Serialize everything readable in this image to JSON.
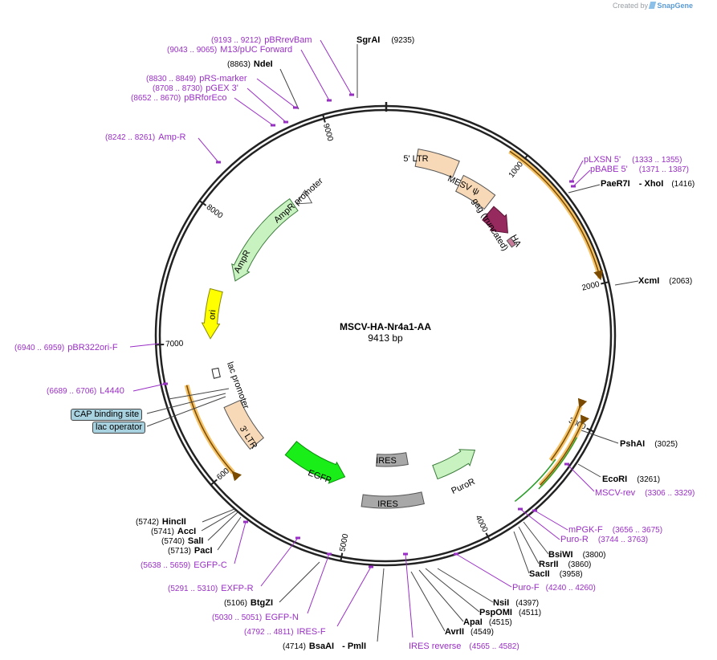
{
  "credit": {
    "prefix": "Created by",
    "brand": "SnapGene"
  },
  "plasmid": {
    "name": "MSCV-HA-Nr4a1-AA",
    "length_label": "9413 bp",
    "length": 9413
  },
  "ticks": [
    "1000",
    "2000",
    "3000",
    "4000",
    "5000",
    "6000",
    "7000",
    "8000",
    "9000"
  ],
  "features": [
    {
      "id": "ltr5",
      "label": "5' LTR",
      "color": "#f8d9b7"
    },
    {
      "id": "psi",
      "label": "MESV ψ",
      "color": "#f8d9b7"
    },
    {
      "id": "gag",
      "label": "gag (truncated)",
      "color": "#96295e"
    },
    {
      "id": "ha",
      "label": "HA",
      "color": "#c77d9a"
    },
    {
      "id": "ampr",
      "label": "AmpR",
      "color": "#c8f2c0"
    },
    {
      "id": "ampr_prom",
      "label": "AmpR promoter",
      "color": "#ffffff"
    },
    {
      "id": "ori",
      "label": "ori",
      "color": "#ffff00"
    },
    {
      "id": "lac_prom",
      "label": "lac promoter",
      "color": "#ffffff"
    },
    {
      "id": "ltr3",
      "label": "3' LTR",
      "color": "#f8d9b7"
    },
    {
      "id": "egfp",
      "label": "EGFP",
      "color": "#19ee19"
    },
    {
      "id": "ires_in",
      "label": "IRES",
      "color": "#a8a8a8"
    },
    {
      "id": "ires_out",
      "label": "IRES",
      "color": "#a8a8a8"
    },
    {
      "id": "puror",
      "label": "PuroR",
      "color": "#c8f2c0"
    }
  ],
  "enzymes": [
    {
      "name": "SgrAI",
      "pos": "(9235)"
    },
    {
      "name": "NdeI",
      "pos": "(8863)"
    },
    {
      "name": "PaeR7I",
      "name2": "- XhoI",
      "pos": "(1416)"
    },
    {
      "name": "XcmI",
      "pos": "(2063)"
    },
    {
      "name": "PshAI",
      "pos": "(3025)"
    },
    {
      "name": "EcoRI",
      "pos": "(3261)"
    },
    {
      "name": "BsiWI",
      "pos": "(3800)"
    },
    {
      "name": "RsrII",
      "pos": "(3860)"
    },
    {
      "name": "SacII",
      "pos": "(3958)"
    },
    {
      "name": "NsiI",
      "pos": "(4397)"
    },
    {
      "name": "PspOMI",
      "pos": "(4511)"
    },
    {
      "name": "ApaI",
      "pos": "(4515)"
    },
    {
      "name": "AvrII",
      "pos": "(4549)"
    },
    {
      "name": "BsaAI",
      "name2": "- PmlI",
      "pos": "(4714)"
    },
    {
      "name": "BtgZI",
      "pos": "(5106)"
    },
    {
      "name": "HincII",
      "pos": "(5742)"
    },
    {
      "name": "AccI",
      "pos": "(5741)"
    },
    {
      "name": "SalI",
      "pos": "(5740)"
    },
    {
      "name": "PacI",
      "pos": "(5713)"
    }
  ],
  "primers": [
    {
      "range": "(9193 .. 9212)",
      "name": "pBRrevBam"
    },
    {
      "range": "(9043 .. 9065)",
      "name": "M13/pUC Forward"
    },
    {
      "range": "(8830 .. 8849)",
      "name": "pRS-marker"
    },
    {
      "range": "(8708 .. 8730)",
      "name": "pGEX 3'"
    },
    {
      "range": "(8652 .. 8670)",
      "name": "pBRforEco"
    },
    {
      "range": "(8242 .. 8261)",
      "name": "Amp-R"
    },
    {
      "range": "(6940 .. 6959)",
      "name": "pBR322ori-F"
    },
    {
      "range": "(6689 .. 6706)",
      "name": "L4440"
    },
    {
      "range": "(1333 .. 1355)",
      "name": "pLXSN 5'"
    },
    {
      "range": "(1371 .. 1387)",
      "name": "pBABE 5'"
    },
    {
      "range": "(3306 .. 3329)",
      "name": "MSCV-rev"
    },
    {
      "range": "(3656 .. 3675)",
      "name": "mPGK-F"
    },
    {
      "range": "(3744 .. 3763)",
      "name": "Puro-R"
    },
    {
      "range": "(4240 .. 4260)",
      "name": "Puro-F"
    },
    {
      "range": "(4565 .. 4582)",
      "name": "IRES reverse"
    },
    {
      "range": "(4792 .. 4811)",
      "name": "IRES-F"
    },
    {
      "range": "(5030 .. 5051)",
      "name": "EGFP-N"
    },
    {
      "range": "(5291 .. 5310)",
      "name": "EXFP-R"
    },
    {
      "range": "(5638 .. 5659)",
      "name": "EGFP-C"
    }
  ],
  "boxes": [
    "CAP binding site",
    "lac operator"
  ]
}
